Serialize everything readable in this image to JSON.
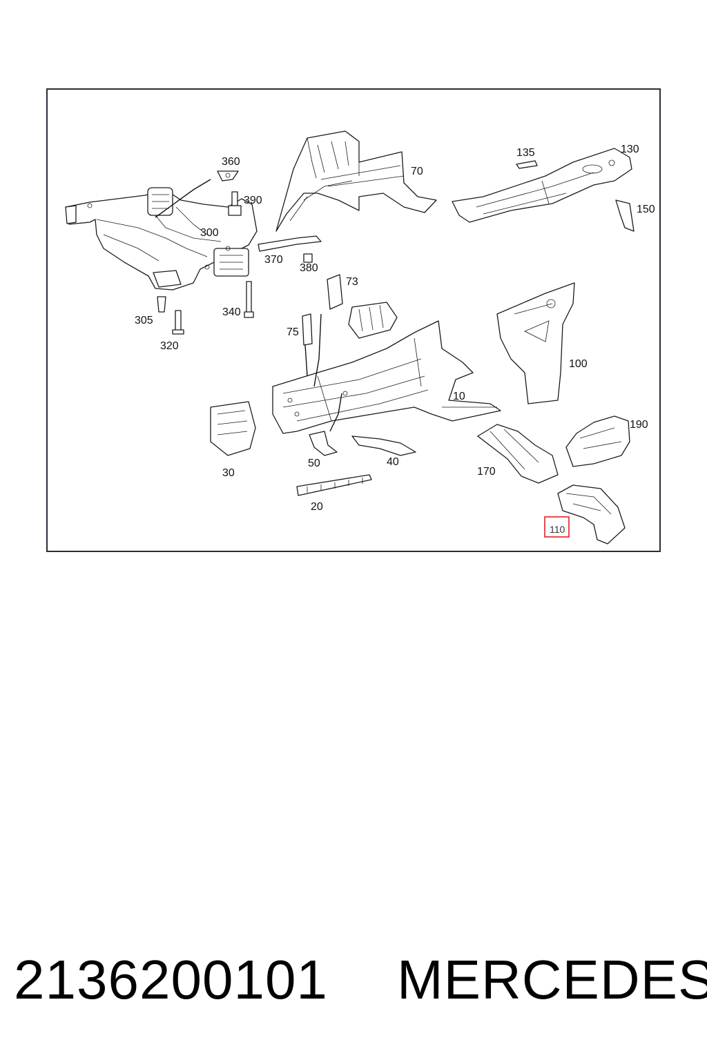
{
  "diagram": {
    "callouts": [
      "360",
      "390",
      "300",
      "370",
      "380",
      "305",
      "320",
      "340",
      "70",
      "73",
      "75",
      "135",
      "130",
      "150",
      "100",
      "10",
      "30",
      "50",
      "40",
      "20",
      "170",
      "190",
      "110"
    ],
    "highlighted_callout": "110",
    "highlight_color": "#e02020"
  },
  "footer": {
    "part_number": "2136200101",
    "brand": "MERCEDES"
  }
}
